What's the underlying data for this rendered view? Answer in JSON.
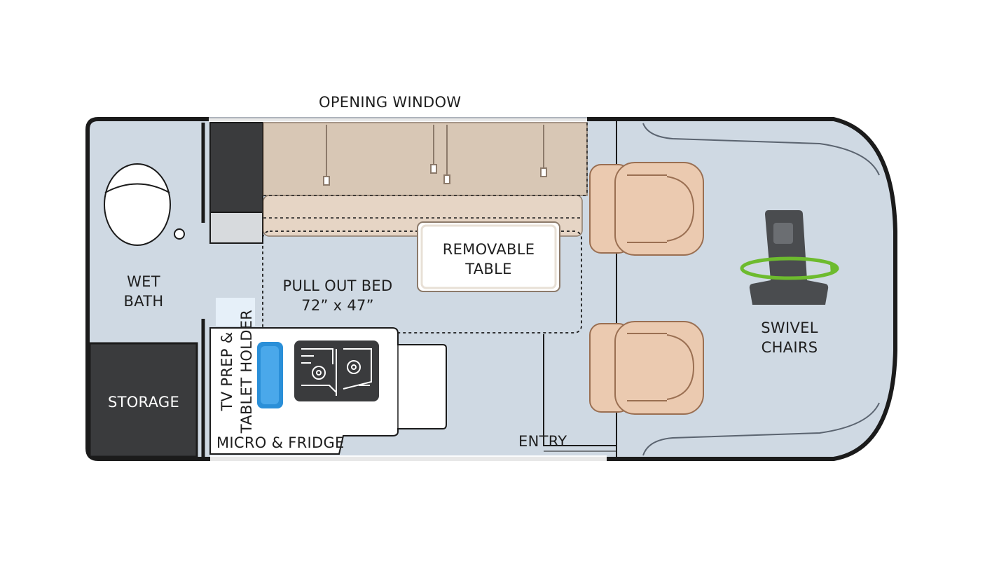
{
  "labels": {
    "opening_window": "OPENING WINDOW",
    "wet_bath": [
      "WET",
      "BATH"
    ],
    "storage": "STORAGE",
    "tv_prep": [
      "TV PREP &",
      "TABLET HOLDER"
    ],
    "micro_fridge": "MICRO & FRIDGE",
    "pull_out_bed": "PULL OUT BED",
    "bed_size": "72” x 47”",
    "removable_table": [
      "REMOVABLE",
      "TABLE"
    ],
    "entry": "ENTRY",
    "swivel_chairs": [
      "SWIVEL",
      "CHAIRS"
    ]
  },
  "colors": {
    "floor": "#cfd9e3",
    "wall": "#1b1b1b",
    "storage": "#3a3b3d",
    "sofa": "#d9c8b6",
    "seat": "#e9c9ae",
    "counter": "#ffffff",
    "sink_blue": "#2a8fd8",
    "swivel_green": "#6dbb2e"
  },
  "icons": [
    "toilet-icon",
    "cooktop-icon",
    "swivel-seat-icon",
    "captain-chair-icon"
  ]
}
